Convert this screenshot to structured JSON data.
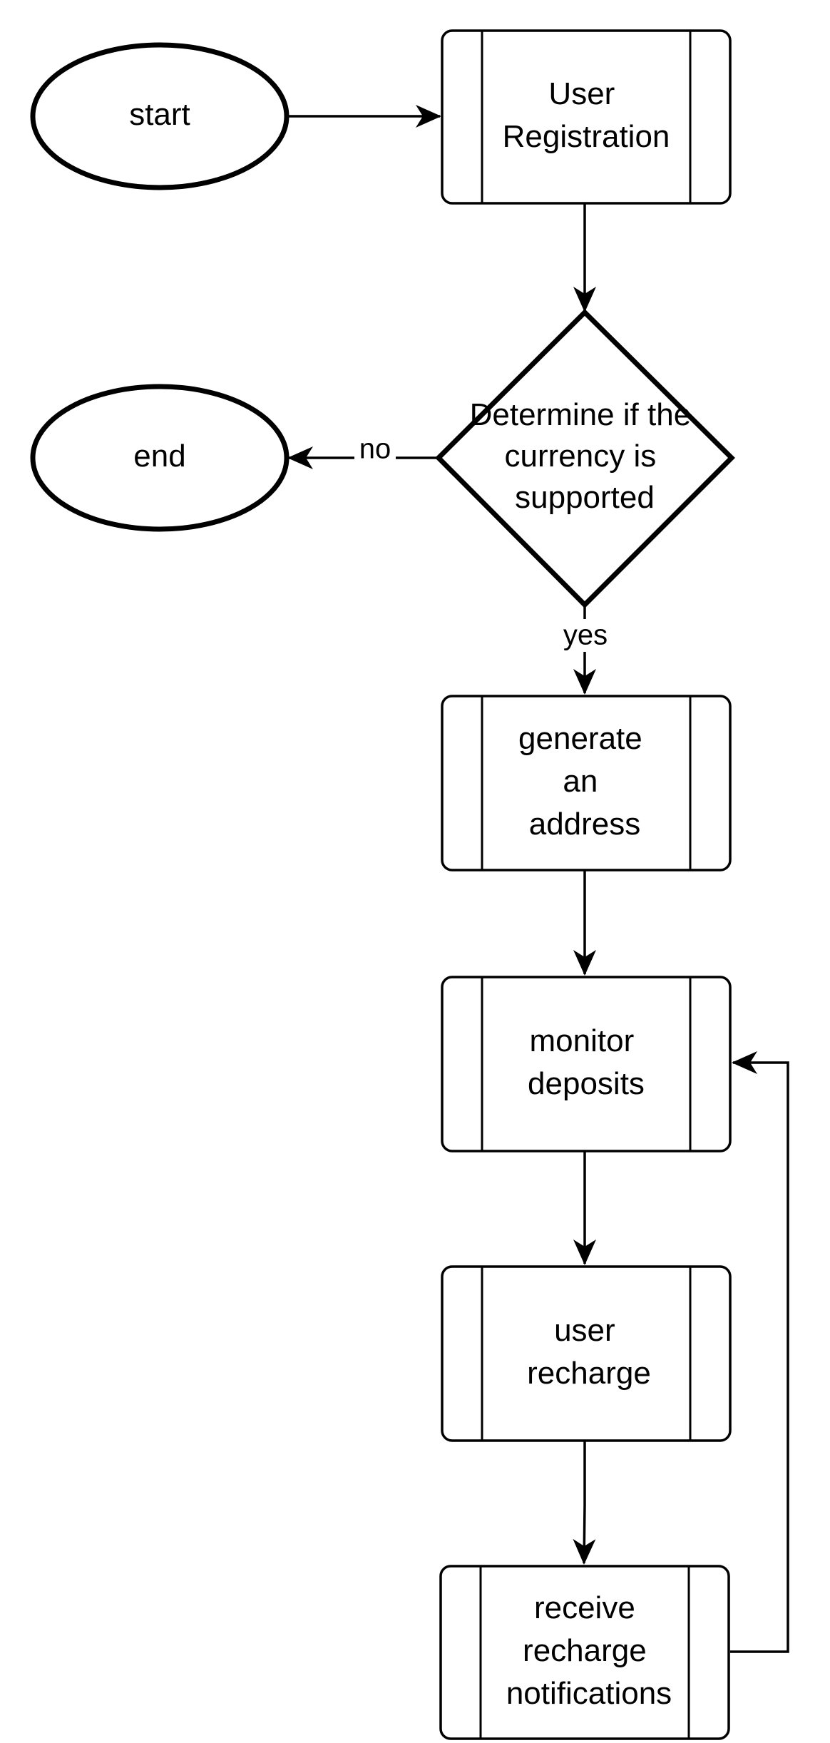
{
  "diagram": {
    "nodes": {
      "start": {
        "type": "ellipse",
        "lines": [
          "start"
        ]
      },
      "registration": {
        "type": "process",
        "lines": [
          "User",
          "Registration"
        ]
      },
      "decision": {
        "type": "decision",
        "lines": [
          "Determine if the",
          "currency is",
          "supported"
        ]
      },
      "end": {
        "type": "ellipse",
        "lines": [
          "end"
        ]
      },
      "generate": {
        "type": "process",
        "lines": [
          "generate",
          "an",
          "address"
        ]
      },
      "monitor": {
        "type": "process",
        "lines": [
          "monitor",
          "deposits"
        ]
      },
      "recharge": {
        "type": "process",
        "lines": [
          "user",
          "recharge"
        ]
      },
      "notify": {
        "type": "process",
        "lines": [
          "receive",
          "recharge",
          "notifications"
        ]
      }
    },
    "edges": {
      "start_to_registration": {
        "from": "start",
        "to": "registration",
        "label": ""
      },
      "registration_to_decision": {
        "from": "registration",
        "to": "decision",
        "label": ""
      },
      "decision_to_end": {
        "from": "decision",
        "to": "end",
        "label": "no"
      },
      "decision_to_generate": {
        "from": "decision",
        "to": "generate",
        "label": "yes"
      },
      "generate_to_monitor": {
        "from": "generate",
        "to": "monitor",
        "label": ""
      },
      "monitor_to_recharge": {
        "from": "monitor",
        "to": "recharge",
        "label": ""
      },
      "recharge_to_notify": {
        "from": "recharge",
        "to": "notify",
        "label": ""
      },
      "notify_to_monitor": {
        "from": "notify",
        "to": "monitor",
        "label": ""
      }
    }
  }
}
